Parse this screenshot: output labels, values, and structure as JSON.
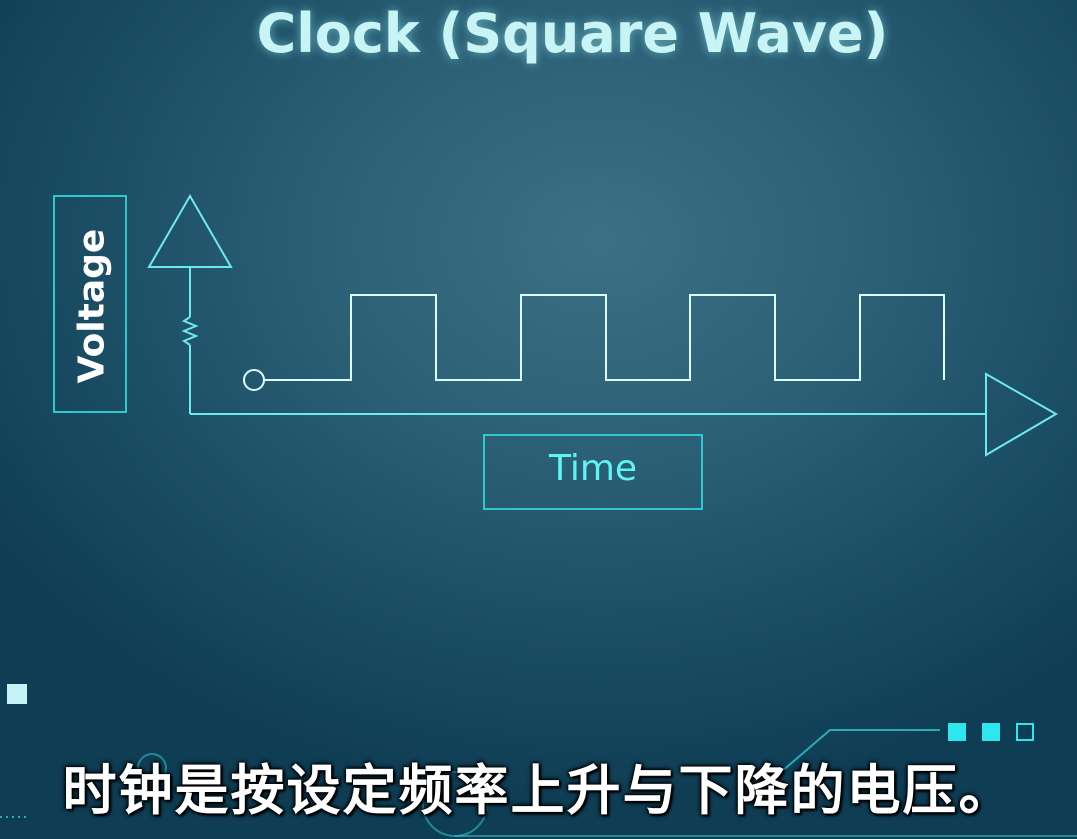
{
  "diagram": {
    "title": "Clock (Square Wave)",
    "y_axis_label": "Voltage",
    "x_axis_label": "Time",
    "waveform": "square",
    "pulse_count": 4
  },
  "subtitle": "时钟是按设定频率上升与下降的电压。",
  "colors": {
    "accent": "#2fc8cf",
    "wave": "#dcfbff",
    "label_cyan": "#5ff3f5",
    "title": "#c9f4f6"
  }
}
